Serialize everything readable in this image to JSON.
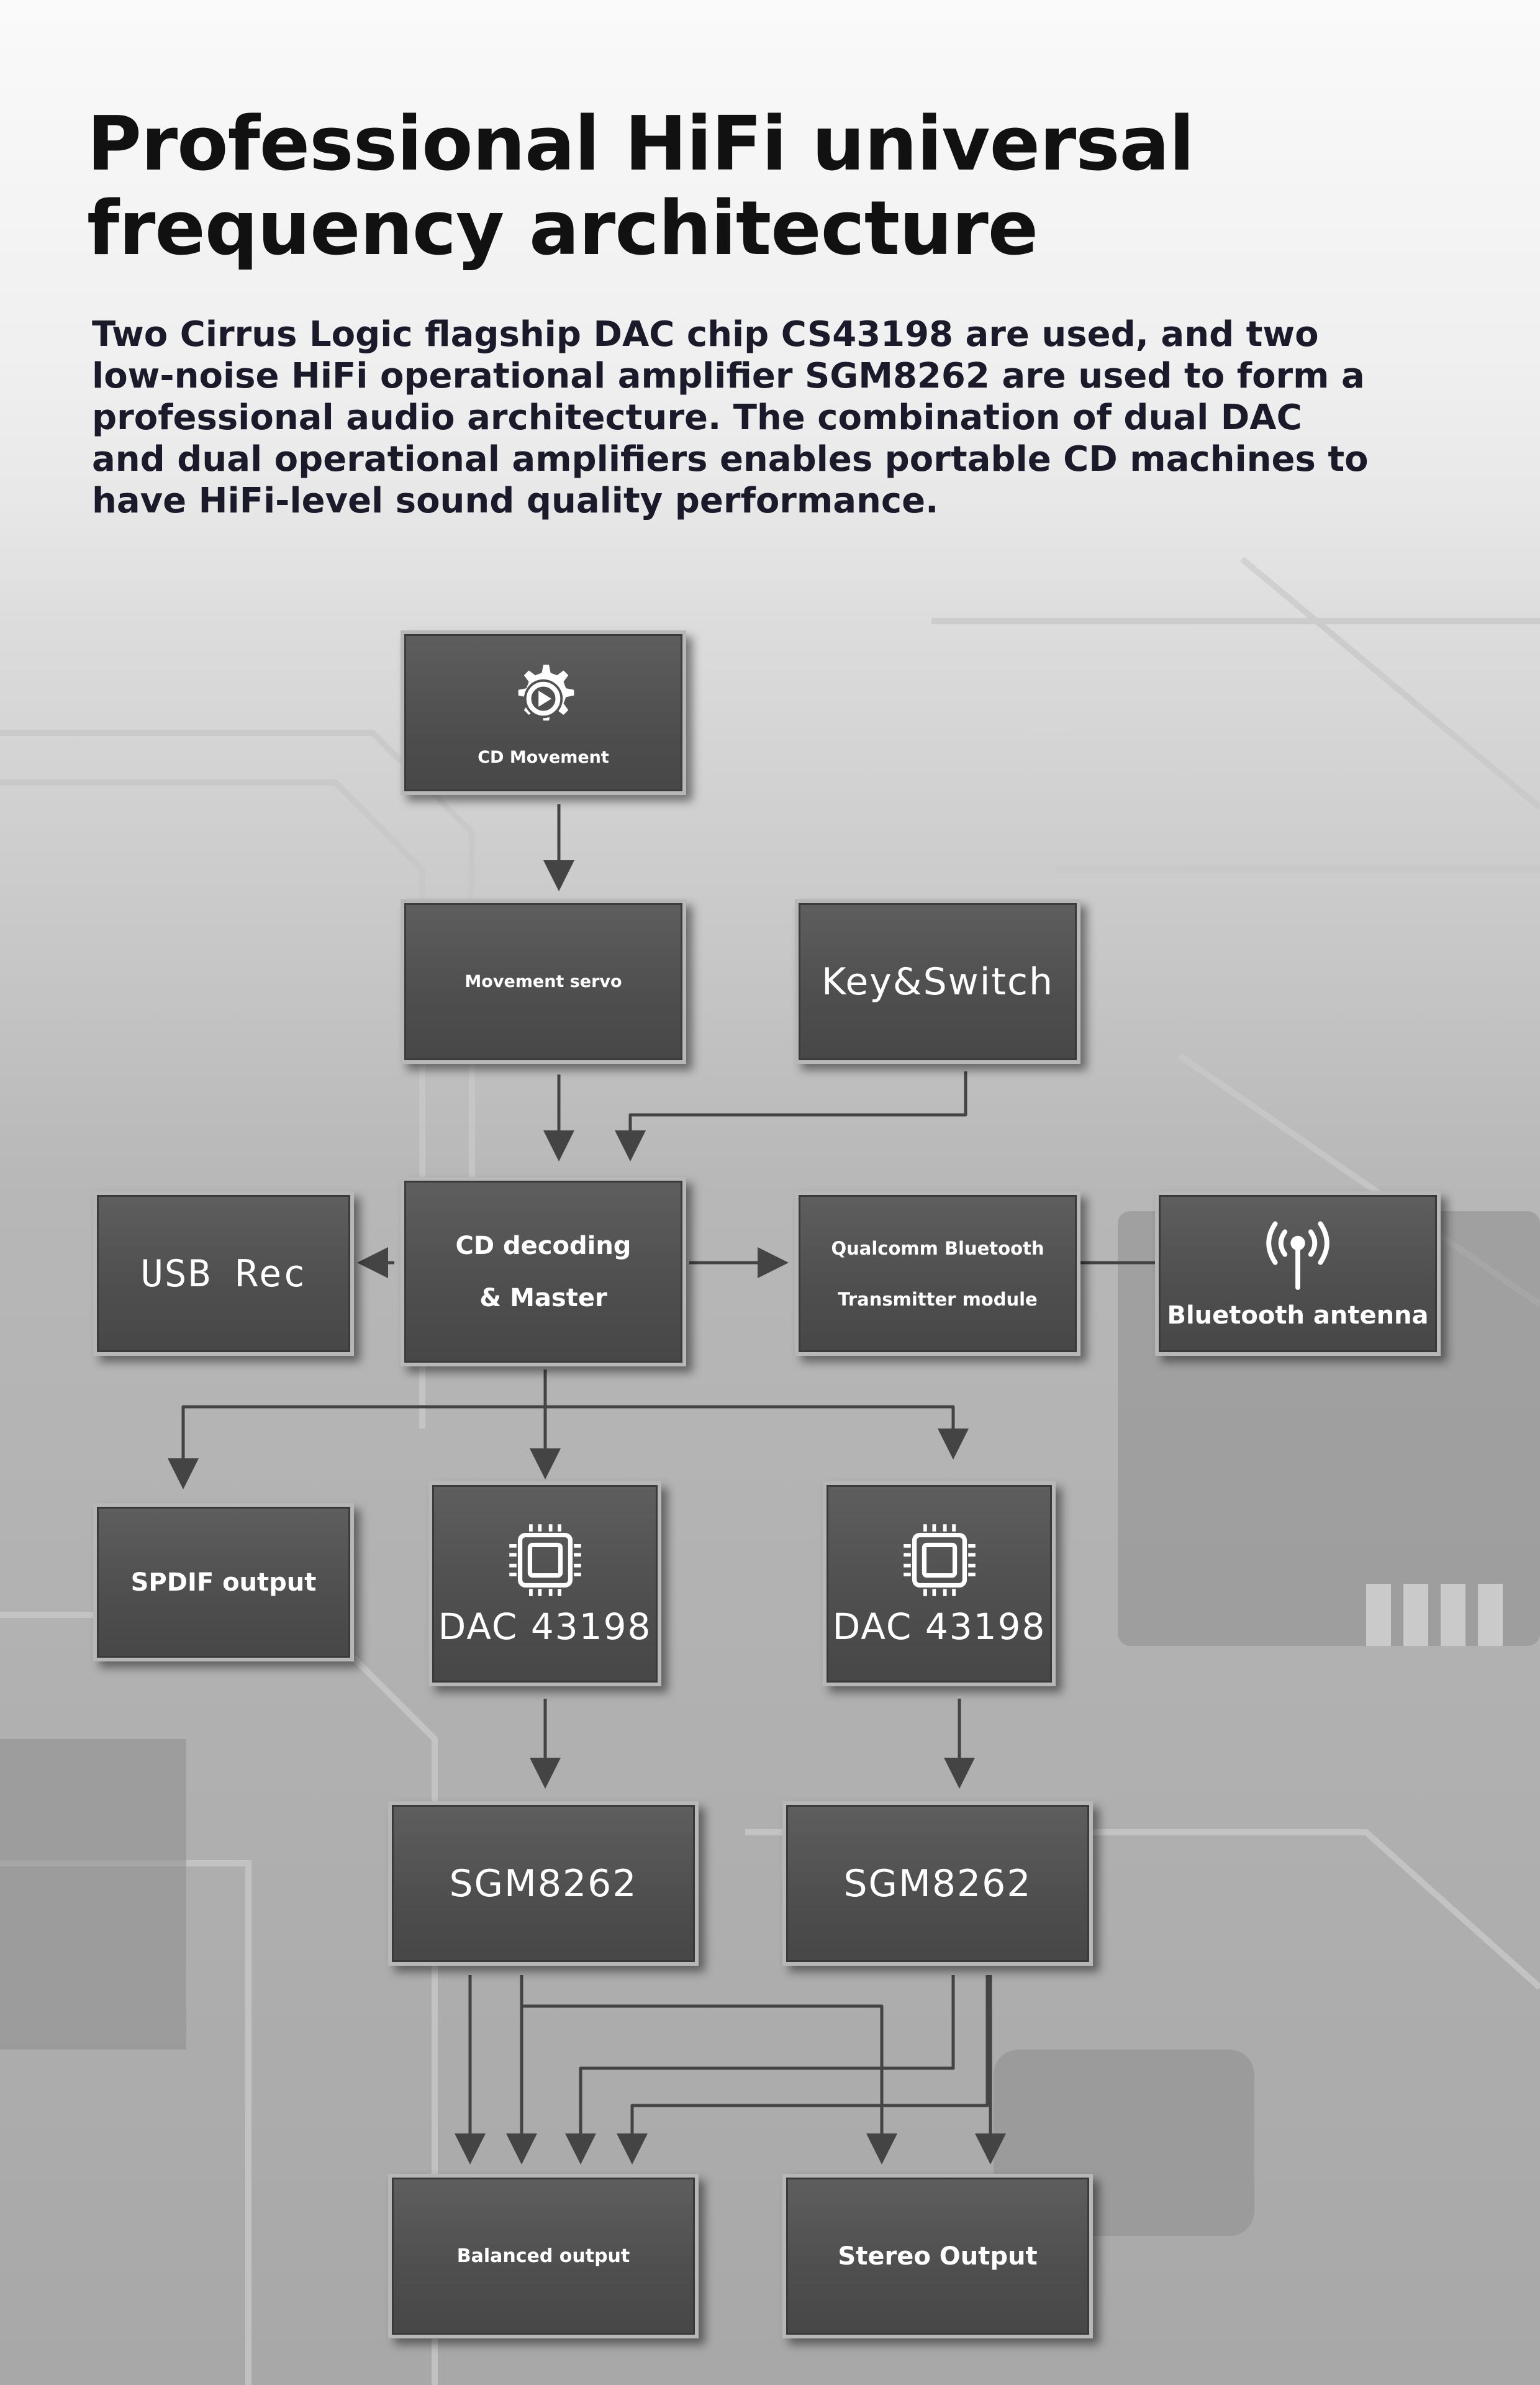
{
  "title_line1": "Professional HiFi universal",
  "title_line2": "frequency architecture",
  "description": "Two Cirrus Logic flagship DAC chip CS43198 are used, and two low-noise HiFi operational amplifier SGM8262 are used to form a professional audio architecture. The combination of dual DAC and dual operational amplifiers enables portable CD machines to have HiFi-level sound quality performance.",
  "colors": {
    "box_fill": "#525252",
    "box_border": "#b7b7b7",
    "arrow": "#444444",
    "text": "#111111"
  },
  "nodes": {
    "cd_movement": {
      "label": "CD Movement",
      "icon": "gear-icon"
    },
    "movement_servo": {
      "label": "Movement servo"
    },
    "key_switch": {
      "label": "Key&Switch"
    },
    "usb_rec": {
      "label": "USB Rec"
    },
    "cd_decoding": {
      "line1": "CD decoding",
      "line2": "& Master"
    },
    "qualcomm_bt": {
      "line1": "Qualcomm Bluetooth",
      "line2": "Transmitter module"
    },
    "bt_antenna": {
      "label": "Bluetooth antenna",
      "icon": "antenna-icon"
    },
    "spdif": {
      "label": "SPDIF output"
    },
    "dac_left": {
      "label": "DAC 43198",
      "icon": "chip-icon"
    },
    "dac_right": {
      "label": "DAC 43198",
      "icon": "chip-icon"
    },
    "sgm_left": {
      "label": "SGM8262"
    },
    "sgm_right": {
      "label": "SGM8262"
    },
    "balanced": {
      "label": "Balanced output"
    },
    "stereo": {
      "label": "Stereo Output"
    }
  }
}
